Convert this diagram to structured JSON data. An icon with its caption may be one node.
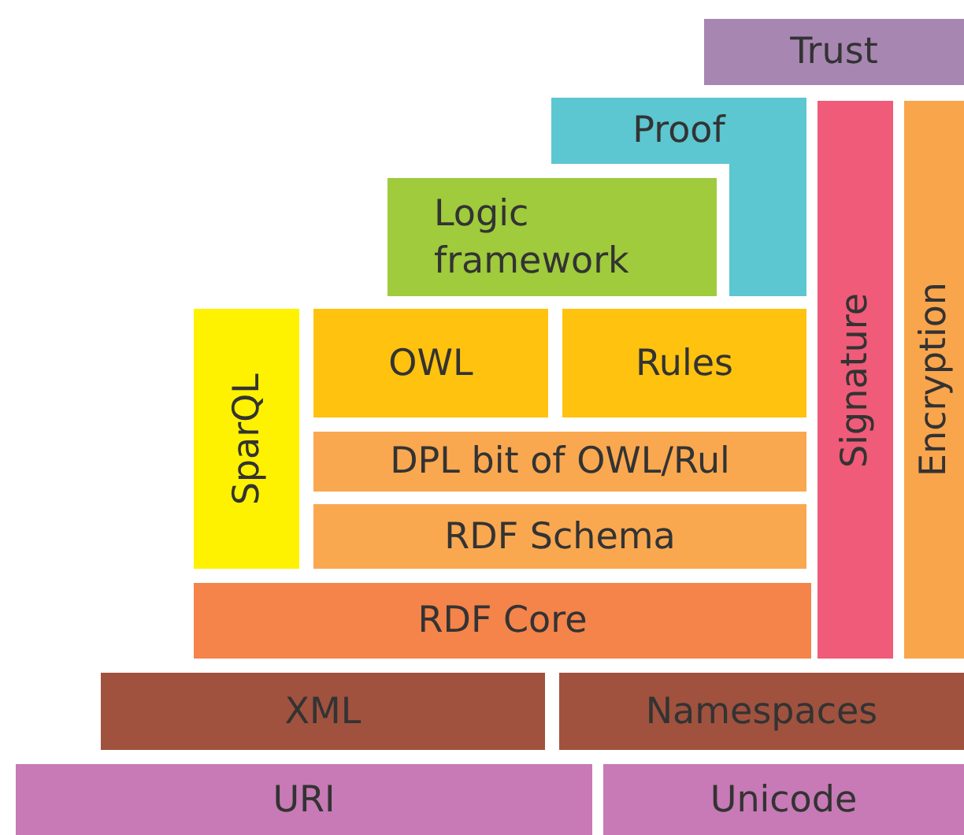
{
  "diagram": {
    "nodes": [
      {
        "text": [
          "Trust"
        ]
      },
      {
        "text": [
          "Proof"
        ]
      },
      {
        "text": [
          "Logic framework"
        ]
      },
      {
        "text": [
          "Signature"
        ]
      },
      {
        "text": [
          "Encryption"
        ]
      },
      {
        "text": [
          "SparQL"
        ]
      },
      {
        "text": [
          "OWL"
        ]
      },
      {
        "text": [
          "Rules"
        ]
      },
      {
        "text": [
          "DPL bit of OWL/Rul"
        ]
      },
      {
        "text": [
          "RDF Schema"
        ]
      },
      {
        "text": [
          "RDF Core"
        ]
      },
      {
        "text": [
          "XML"
        ]
      },
      {
        "text": [
          "Namespaces"
        ]
      },
      {
        "text": [
          "URI"
        ]
      },
      {
        "text": [
          "Unicode"
        ]
      }
    ]
  }
}
